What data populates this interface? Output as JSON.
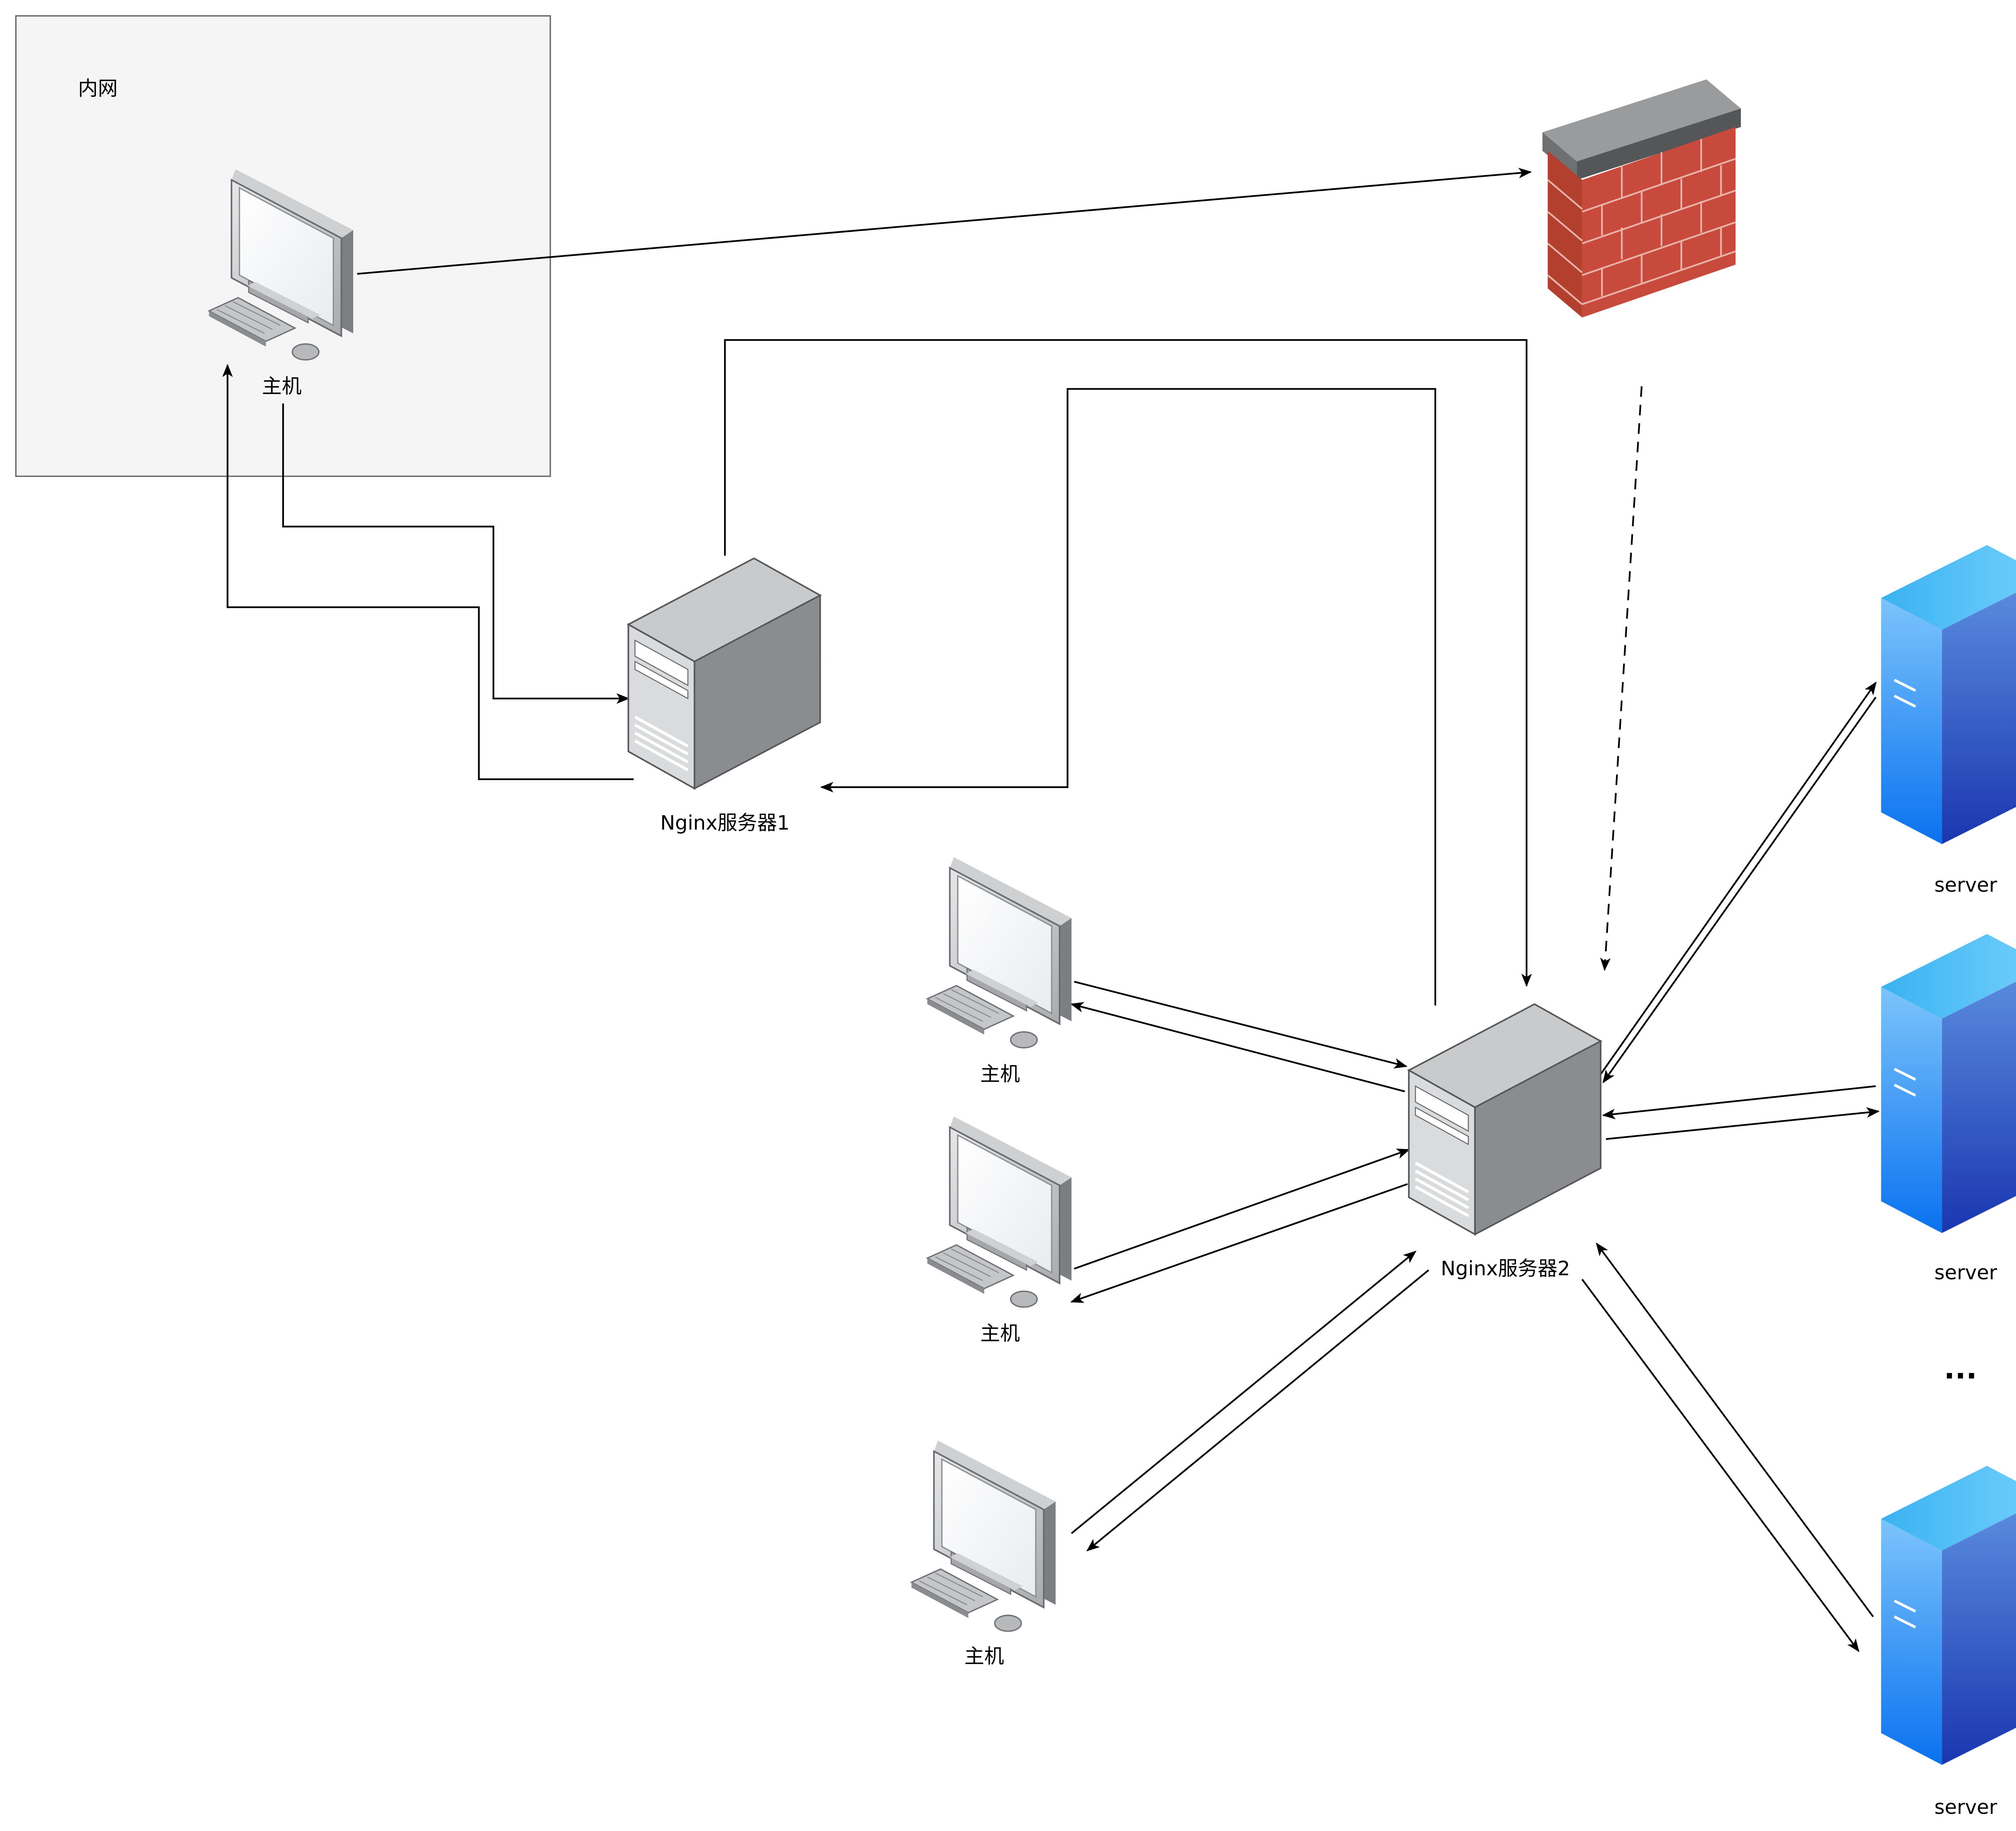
{
  "diagram": {
    "zone": {
      "label": "内网"
    },
    "intranet_host": {
      "label": "主机"
    },
    "nginx1": {
      "label": "Nginx服务器1"
    },
    "nginx2": {
      "label": "Nginx服务器2"
    },
    "hosts": [
      {
        "label": "主机"
      },
      {
        "label": "主机"
      },
      {
        "label": "主机"
      }
    ],
    "servers": [
      {
        "label": "server"
      },
      {
        "label": "server"
      },
      {
        "label": "server"
      }
    ],
    "ellipsis": "...",
    "colors": {
      "zone_fill": "#f5f5f5",
      "zone_border": "#666666",
      "line": "#000000",
      "firewall_brick": "#b83a33",
      "server_blue": "#1e88e5",
      "tower_gray": "#9e9fa1"
    },
    "icons": {
      "host": "desktop-computer-icon",
      "nginx": "tower-server-icon",
      "firewall": "firewall-icon",
      "server": "blue-server-icon"
    }
  }
}
